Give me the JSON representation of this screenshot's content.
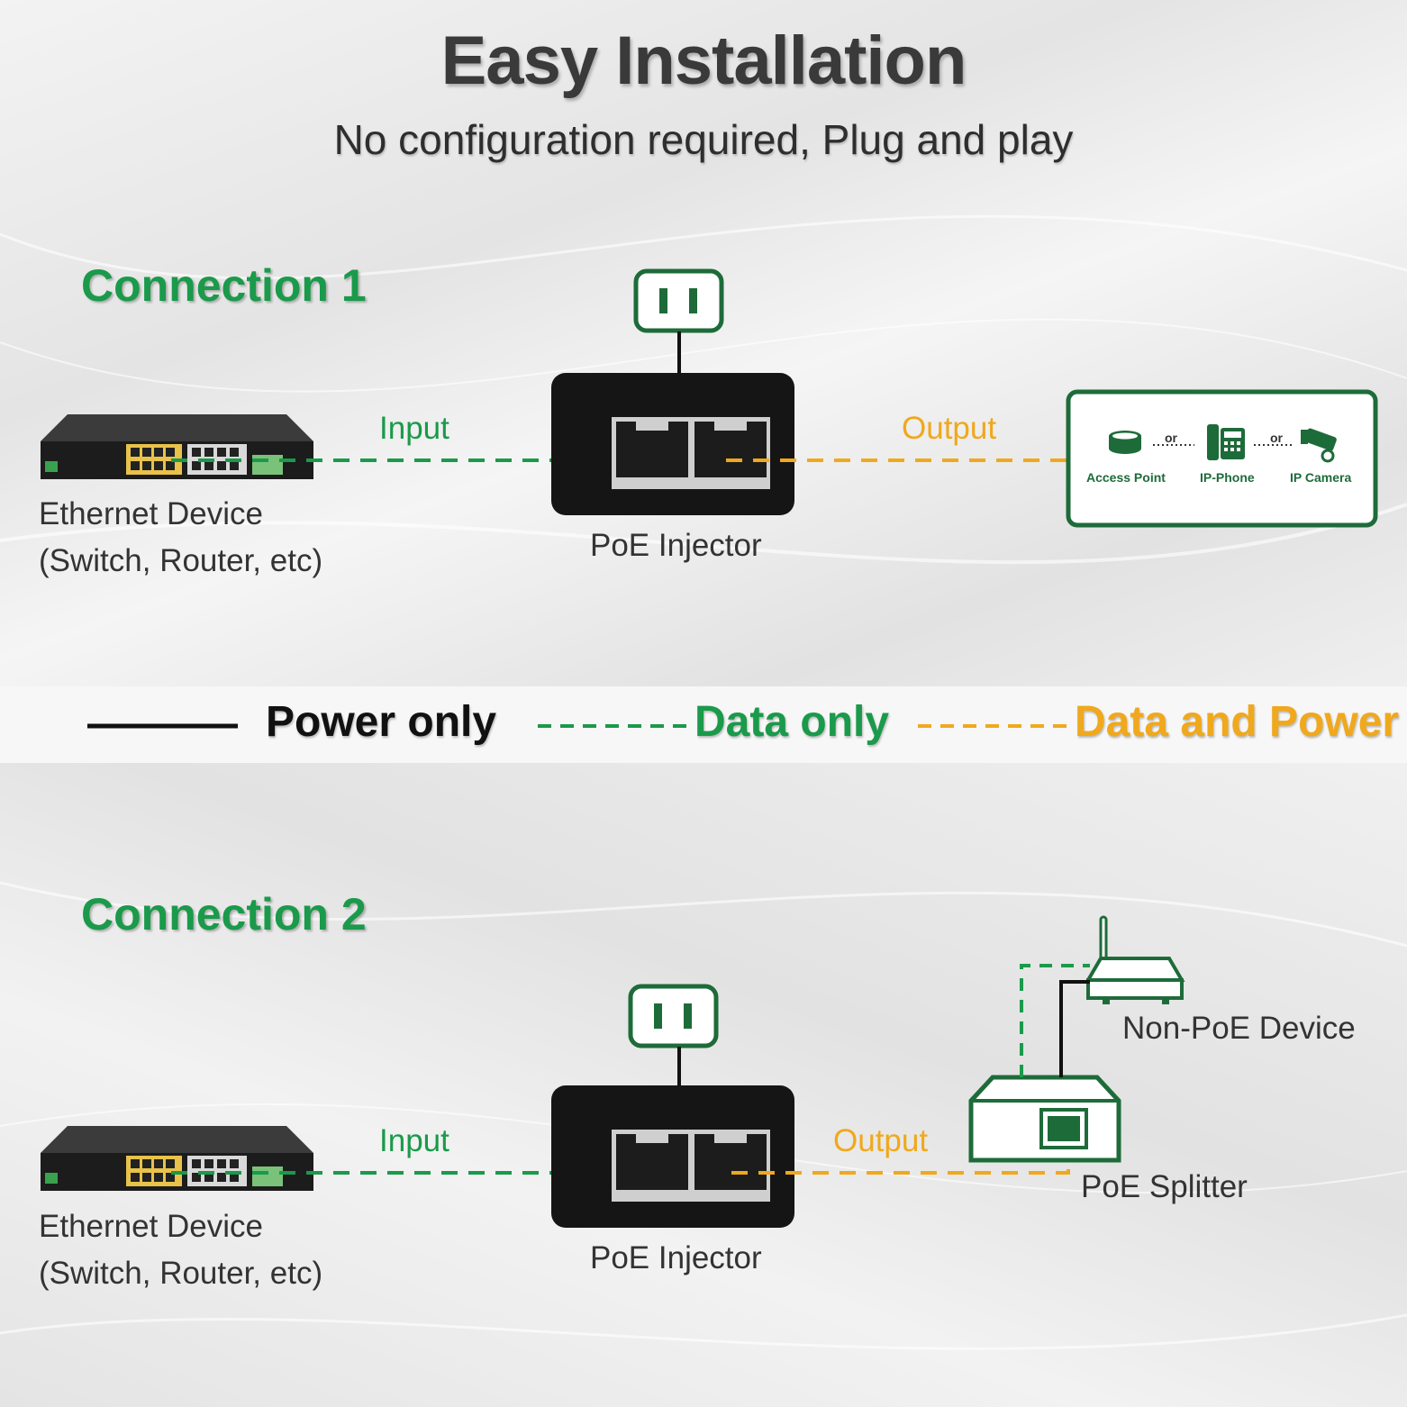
{
  "header": {
    "title": "Easy Installation",
    "subtitle": "No configuration required, Plug and play"
  },
  "connection1": {
    "title": "Connection 1",
    "input_label": "Input",
    "output_label": "Output",
    "ethernet_device": [
      "Ethernet Device",
      "(Switch, Router, etc)"
    ],
    "injector_label": "PoE Injector",
    "devices": [
      "Access Point",
      "IP-Phone",
      "IP Camera"
    ],
    "separator": "or"
  },
  "legend": {
    "power_only": "Power only",
    "data_only": "Data only",
    "data_and_power": "Data and Power"
  },
  "connection2": {
    "title": "Connection 2",
    "input_label": "Input",
    "output_label": "Output",
    "ethernet_device": [
      "Ethernet Device",
      "(Switch, Router, etc)"
    ],
    "injector_label": "PoE Injector",
    "non_poe_device": "Non-PoE Device",
    "splitter_label": "PoE Splitter"
  },
  "colors": {
    "green": "#1a9a4a",
    "orange": "#f0a81c",
    "dark_green": "#1e6b3a",
    "black": "#111111"
  },
  "icons": [
    "power-plug-icon",
    "switch-icon",
    "poe-injector-icon",
    "access-point-icon",
    "ip-phone-icon",
    "ip-camera-icon",
    "router-icon",
    "poe-splitter-icon"
  ]
}
